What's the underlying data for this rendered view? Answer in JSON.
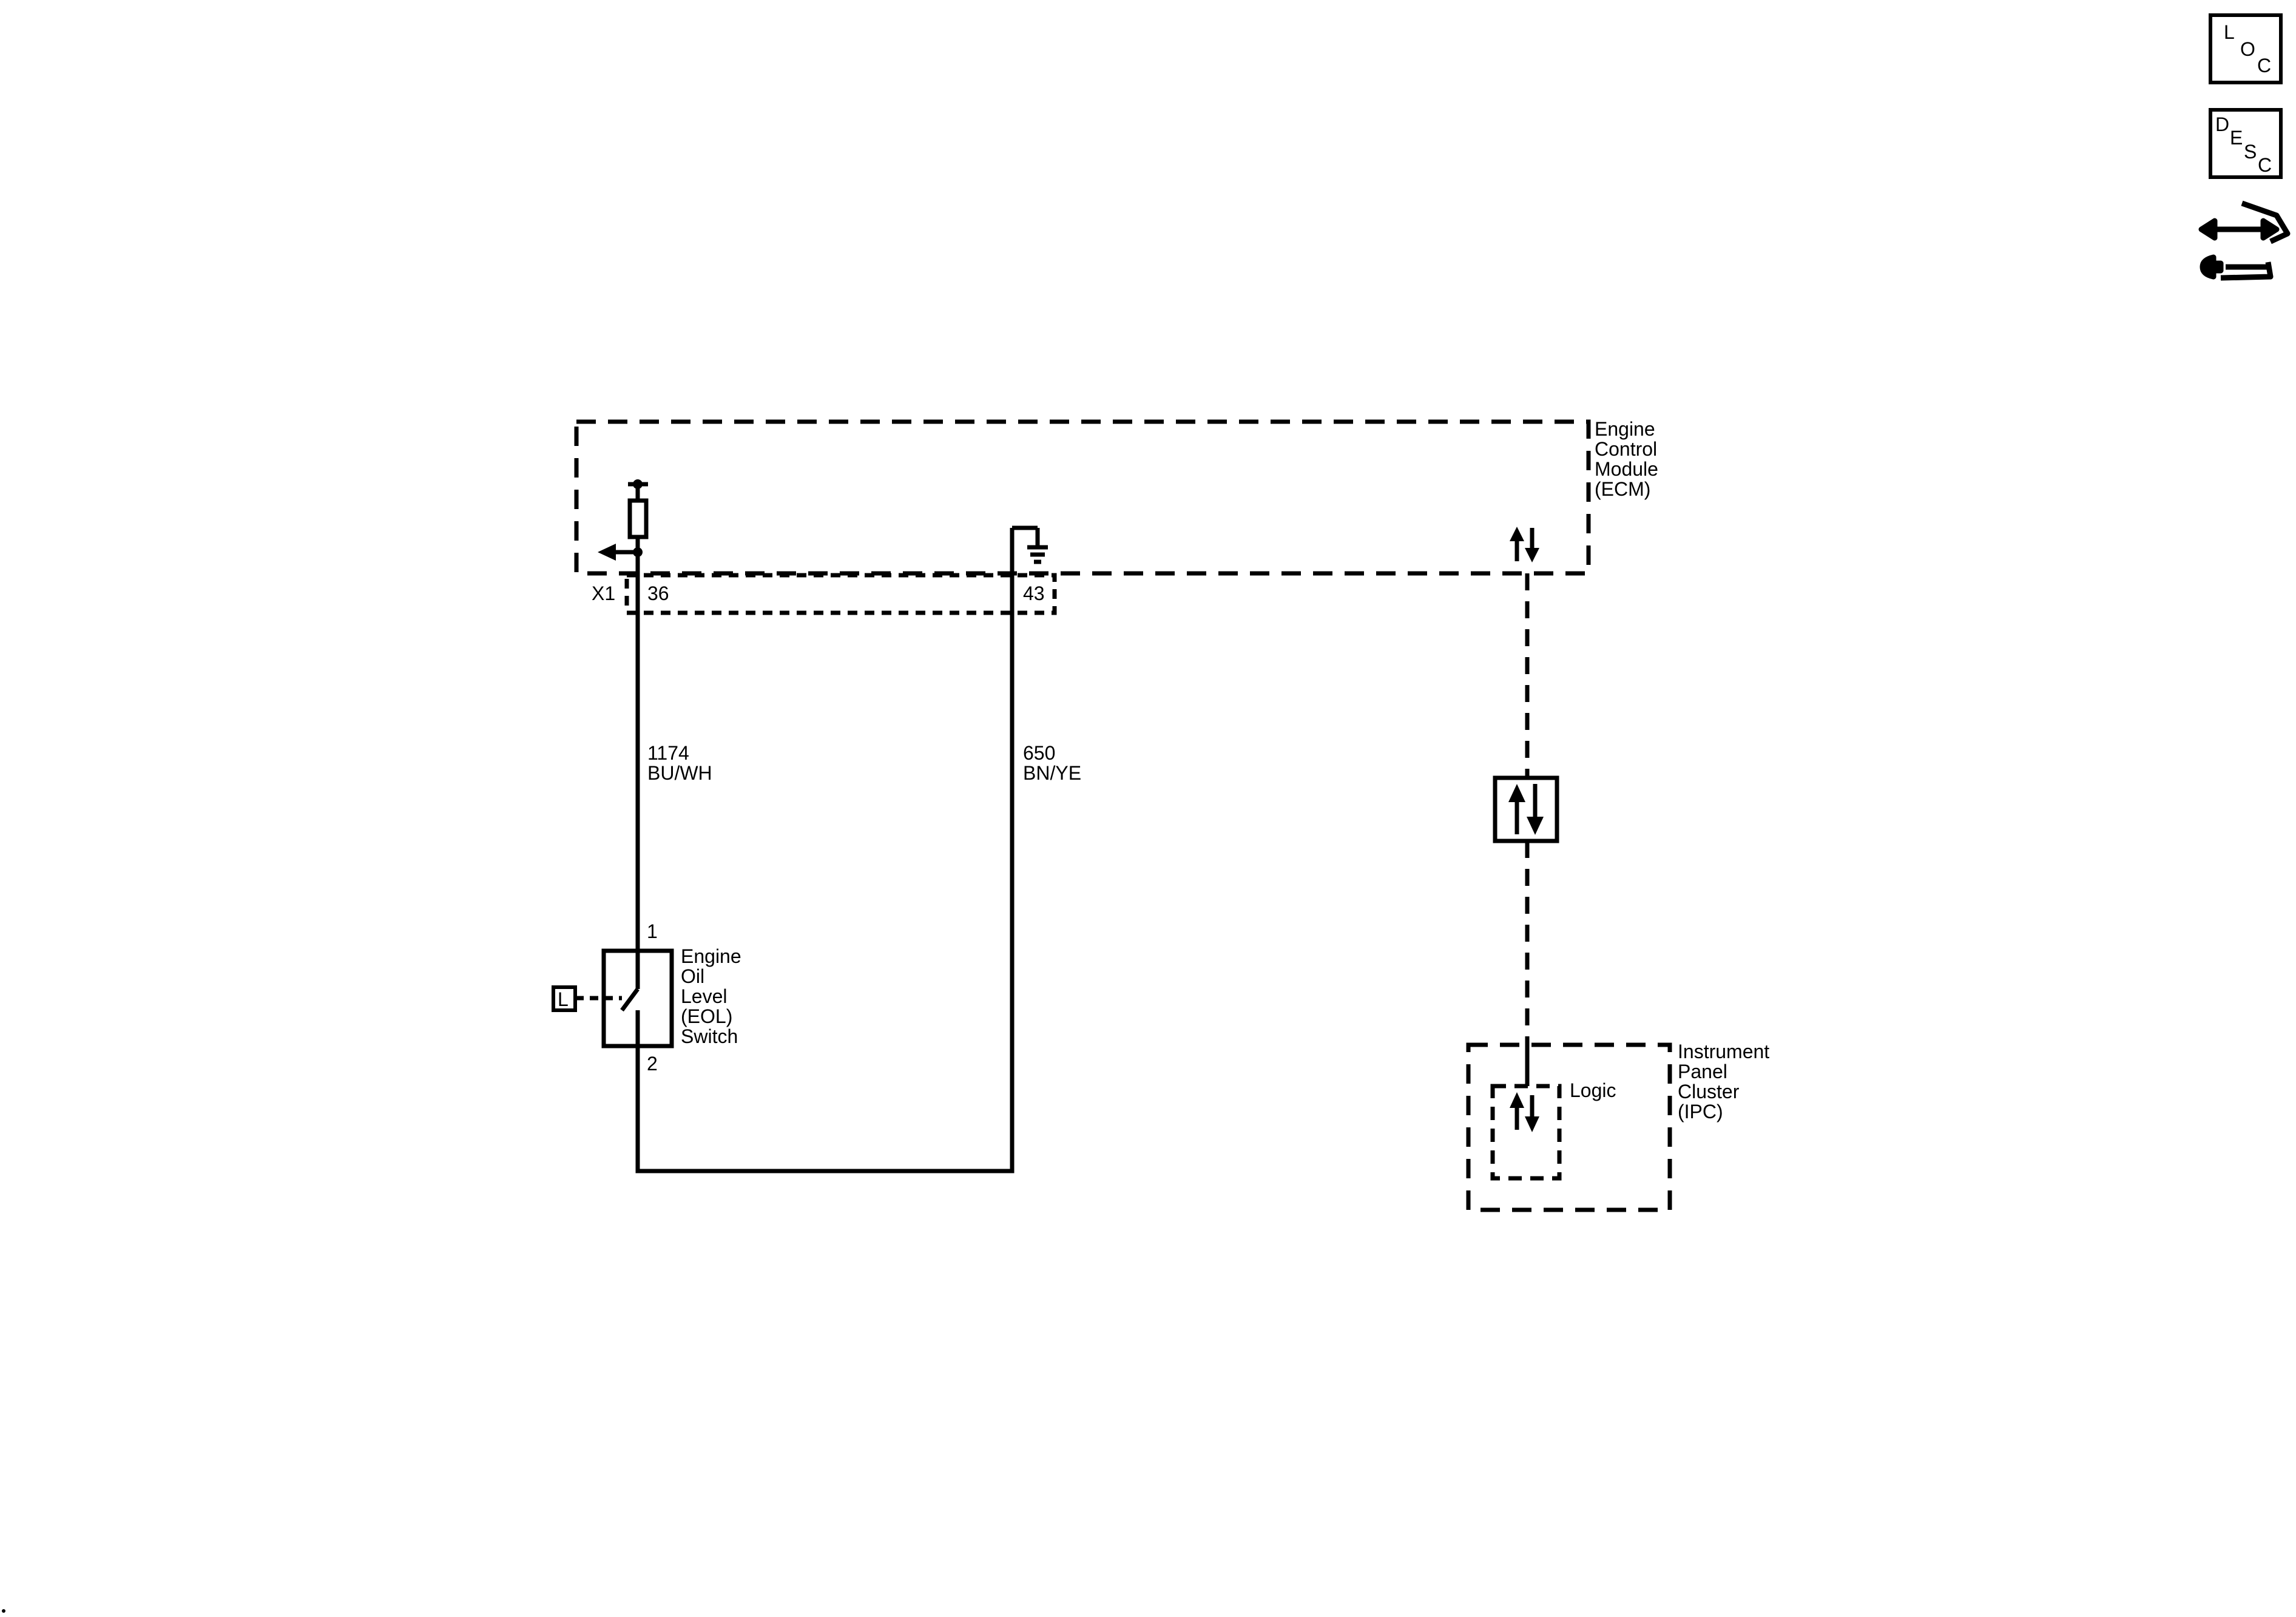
{
  "side_icons": {
    "loc": {
      "letters": [
        "L",
        "O",
        "C"
      ],
      "icon": "loc-icon"
    },
    "desc": {
      "letters": [
        "D",
        "E",
        "S",
        "C"
      ],
      "icon": "desc-icon"
    },
    "tools": {
      "icon": "connector-repair-icon"
    }
  },
  "ecm": {
    "name": [
      "Engine",
      "Control",
      "Module",
      "(ECM)"
    ],
    "connector": "X1",
    "pin_signal": "36",
    "pin_ground": "43"
  },
  "wires": {
    "signal": {
      "circuit": "1174",
      "color": "BU/WH"
    },
    "ground": {
      "circuit": "650",
      "color": "BN/YE"
    }
  },
  "switch": {
    "name": [
      "Engine",
      "Oil",
      "Level",
      "(EOL)",
      "Switch"
    ],
    "pin_top": "1",
    "pin_bottom": "2",
    "locator": "L"
  },
  "ipc": {
    "name": [
      "Instrument",
      "Panel",
      "Cluster",
      "(IPC)"
    ],
    "logic_label": "Logic"
  }
}
